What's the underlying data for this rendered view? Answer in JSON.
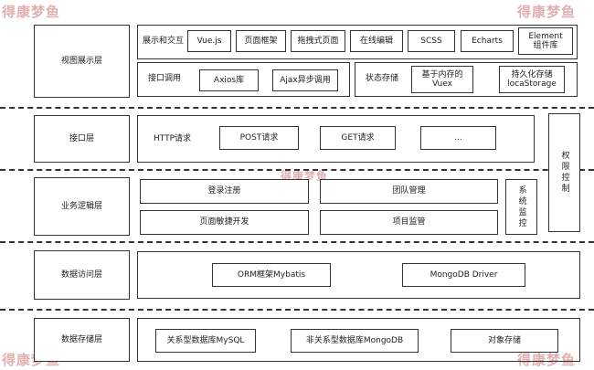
{
  "watermark": "得康梦鱼",
  "layers": {
    "view": "视图展示层",
    "interface": "接口层",
    "business": "业务逻辑层",
    "data_access": "数据访问层",
    "data_storage": "数据存储层"
  },
  "view": {
    "display_label": "展示和交互",
    "display_items": [
      "Vue.js",
      "页面框架",
      "拖拽式页面",
      "在线编辑",
      "SCSS",
      "Echarts",
      "Element\n组件库"
    ],
    "api_label": "接口调用",
    "api_items": [
      "Axios库",
      "Ajax异步调用"
    ],
    "state_label": "状态存储",
    "state_items": [
      "基于内存的\nVuex",
      "持久化存储\nlocaStorage"
    ]
  },
  "interface": {
    "http_label": "HTTP请求",
    "items": [
      "POST请求",
      "GET请求",
      "..."
    ]
  },
  "business": {
    "items": [
      "登录注册",
      "团队管理",
      "页面敏捷开发",
      "项目监管"
    ],
    "monitor": "系统监控"
  },
  "permission": "权限控制",
  "data_access": {
    "items": [
      "ORM框架Mybatis",
      "MongoDB Driver"
    ]
  },
  "data_storage": {
    "items": [
      "关系型数据库MySQL",
      "非关系型数据库MongoDB",
      "对象存储"
    ]
  }
}
